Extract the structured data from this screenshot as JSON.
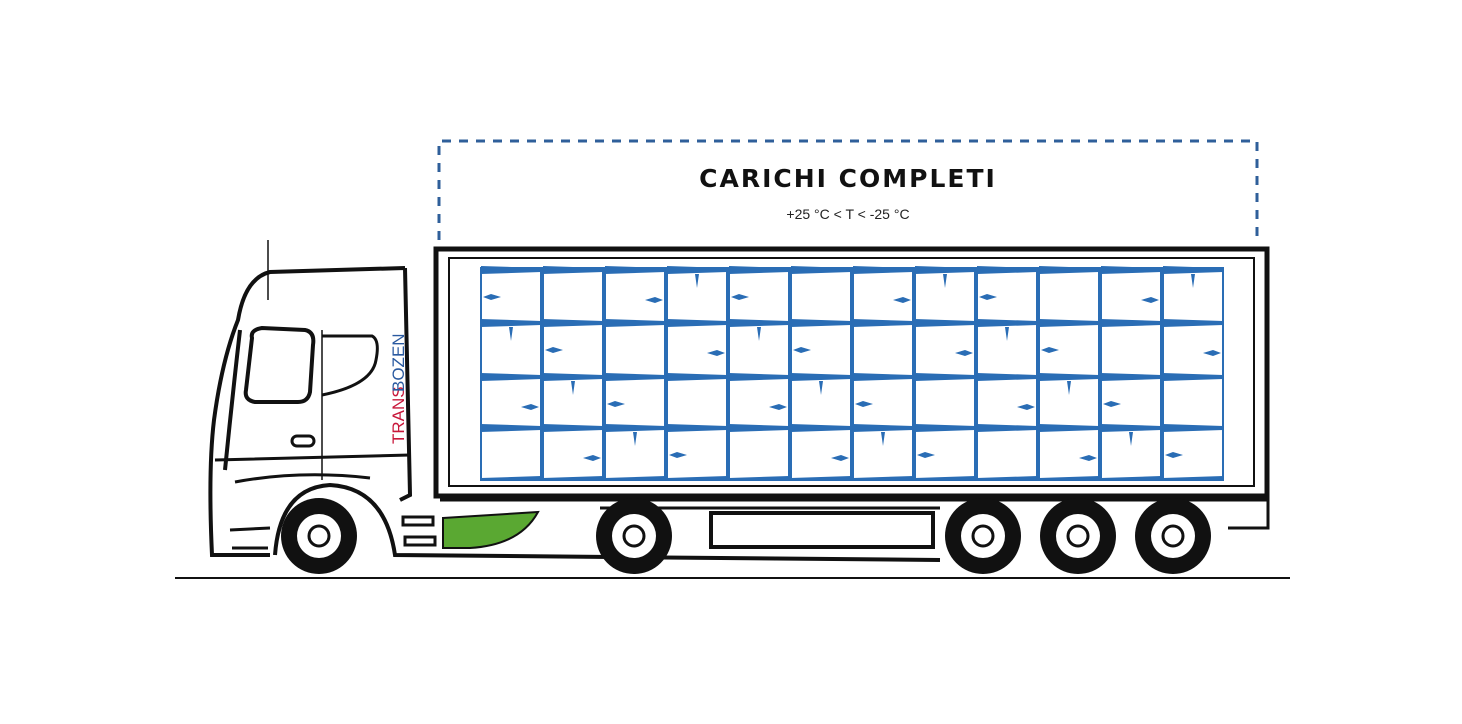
{
  "header": {
    "title": "CARICHI COMPLETI",
    "subtitle": "+25 °C < T < -25 °C"
  },
  "logo": {
    "part1": "TRANS",
    "part2": "BOZEN"
  },
  "trailer": {
    "pallet_columns": 12,
    "pallet_rows": 4
  },
  "colors": {
    "accent": "#2a6db5",
    "frame": "#2f5f9a",
    "logo_red": "#c8173a",
    "logo_blue": "#2a5aa0",
    "green": "#5aa832"
  }
}
